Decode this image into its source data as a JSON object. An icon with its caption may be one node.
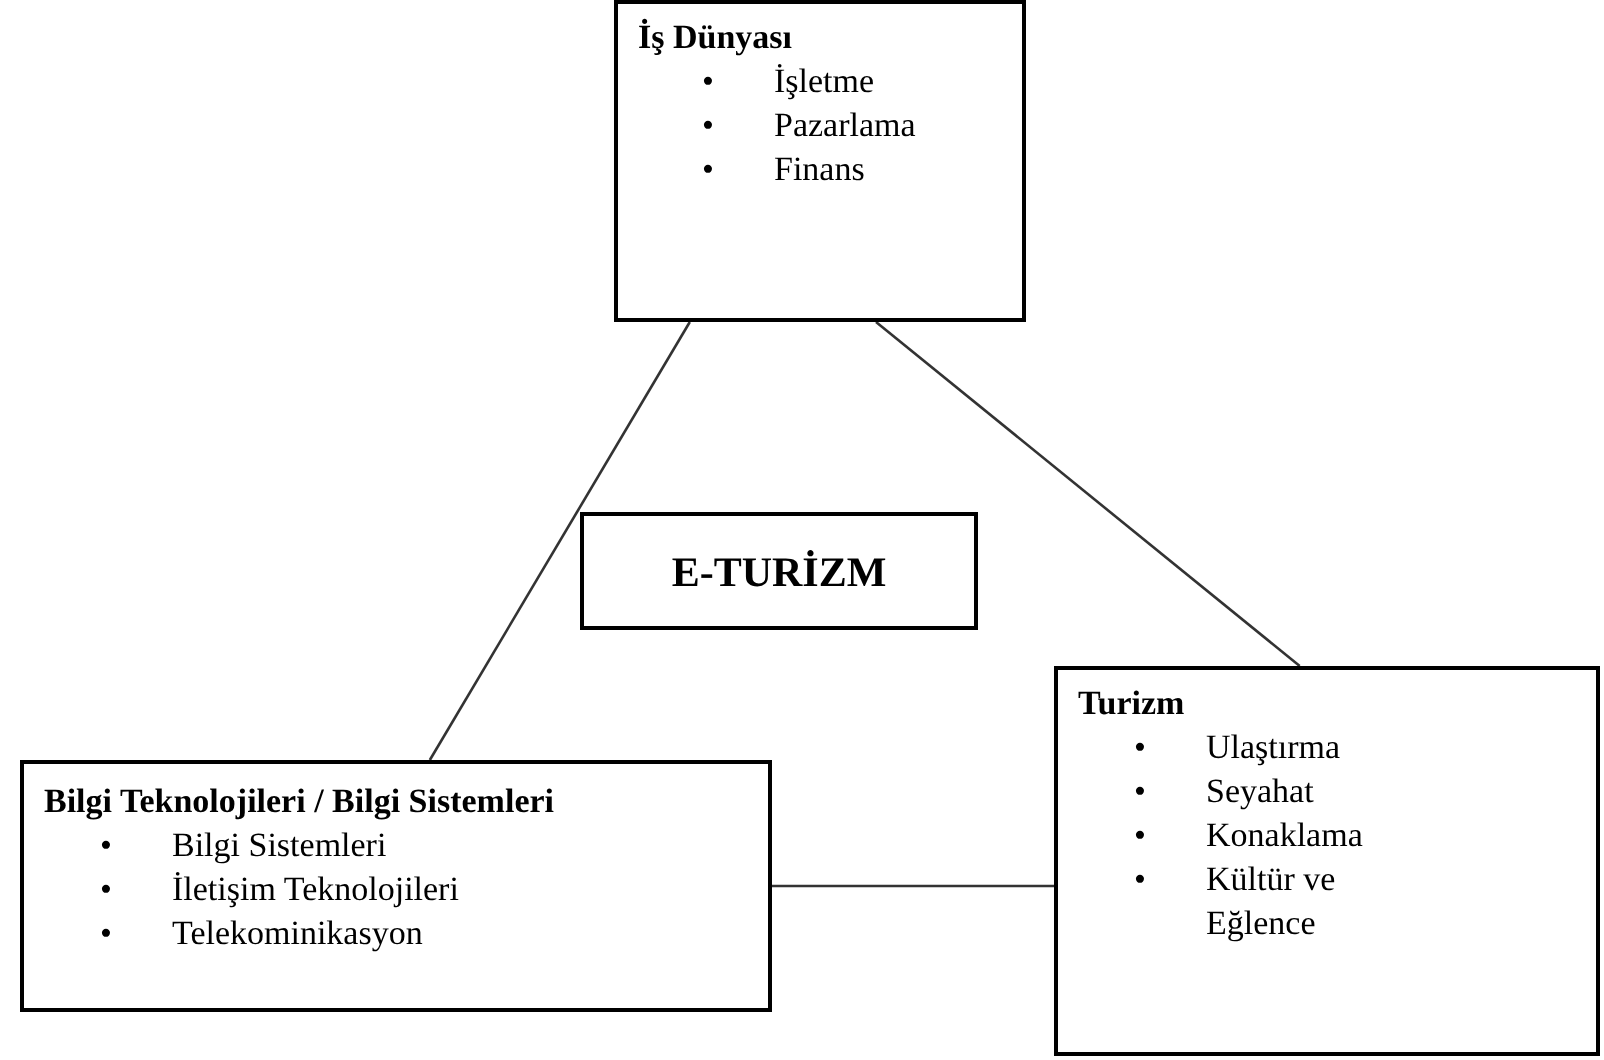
{
  "diagram": {
    "nodes": [
      {
        "text": [
          "İş Dünyası",
          "İşletme",
          "Pazarlama",
          "Finans"
        ]
      },
      {
        "text": [
          "E-TURİZM"
        ]
      },
      {
        "text": [
          "Bilgi Teknolojileri / Bilgi Sistemleri",
          "Bilgi Sistemleri",
          "İletişim Teknolojileri",
          "Telekominikasyon"
        ]
      },
      {
        "text": [
          "Turizm",
          "Ulaştırma",
          "Seyahat",
          "Konaklama",
          "Kültür ve Eğlence"
        ]
      }
    ],
    "edges": [
      {
        "from": 0,
        "to": 2,
        "arrow": "none"
      },
      {
        "from": 0,
        "to": 3,
        "arrow": "none"
      },
      {
        "from": 2,
        "to": 3,
        "arrow": "none"
      }
    ],
    "labels": [
      "•",
      "•",
      "•",
      "•",
      "•",
      "•",
      "•",
      "•",
      "•",
      "•"
    ]
  }
}
